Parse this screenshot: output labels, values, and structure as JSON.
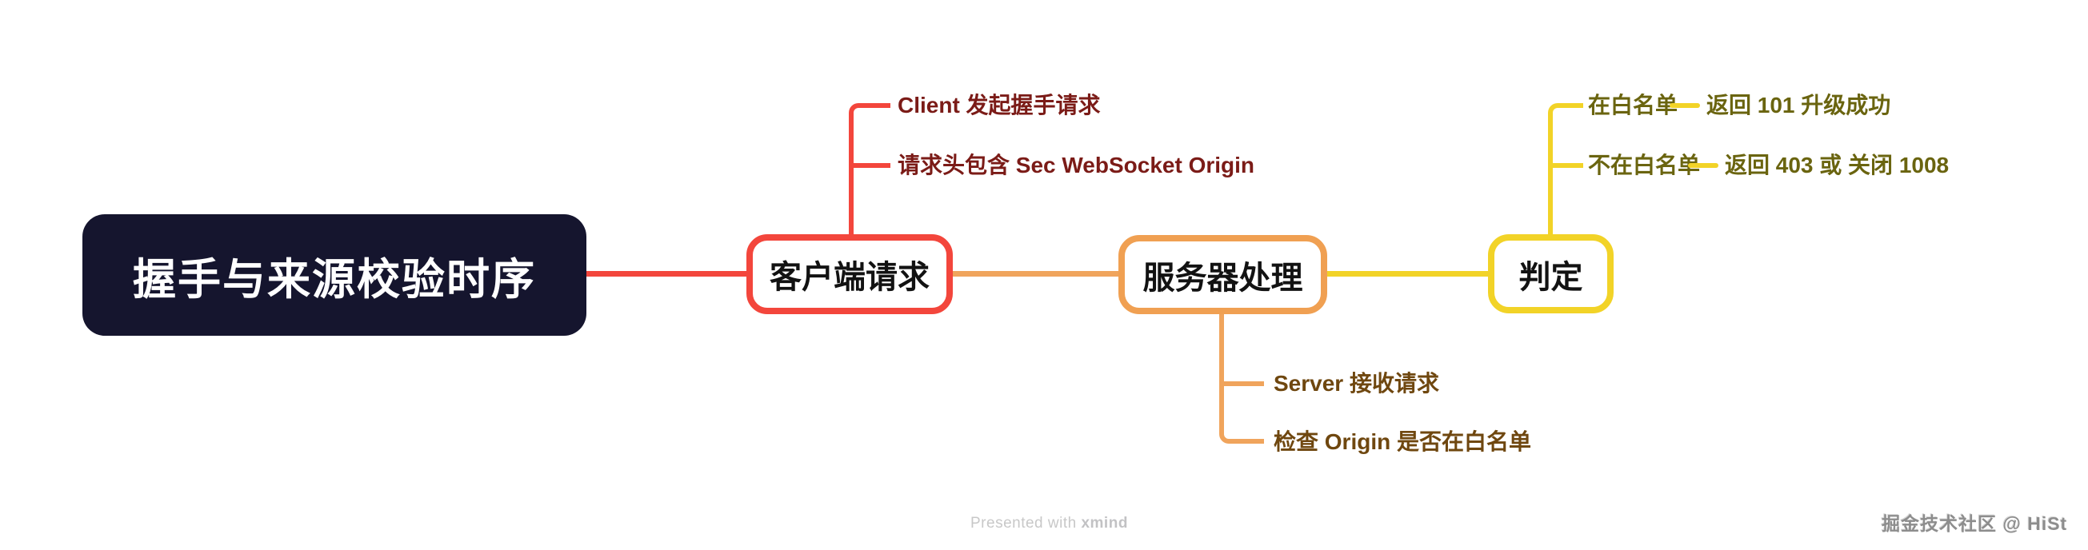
{
  "map": {
    "root": {
      "label": "握手与来源校验时序"
    },
    "branches": [
      {
        "id": "client",
        "label": "客户端请求",
        "color": "#F3463C",
        "text_color": "#7B1B17",
        "children": [
          {
            "label": "Client 发起握手请求"
          },
          {
            "label": "请求头包含 Sec WebSocket Origin"
          }
        ]
      },
      {
        "id": "server",
        "label": "服务器处理",
        "color": "#F0A052",
        "text_color": "#6F470F",
        "children": [
          {
            "label": "Server 接收请求"
          },
          {
            "label": "检查 Origin 是否在白名单"
          }
        ]
      },
      {
        "id": "judge",
        "label": "判定",
        "color": "#F2D327",
        "text_color": "#6A640F",
        "children": [
          {
            "label": "在白名单",
            "result": "返回 101 升级成功"
          },
          {
            "label": "不在白名单",
            "result": "返回 403 或 关闭 1008"
          }
        ]
      }
    ]
  },
  "colors": {
    "background": "#FFFFFF",
    "root_fill": "#15152E",
    "root_text": "#FFFFFF",
    "node_text": "#121212"
  },
  "watermarks": {
    "presented_prefix": "Presented with",
    "presented_brand": "xmind",
    "community": "掘金技术社区 @ HiSt"
  }
}
